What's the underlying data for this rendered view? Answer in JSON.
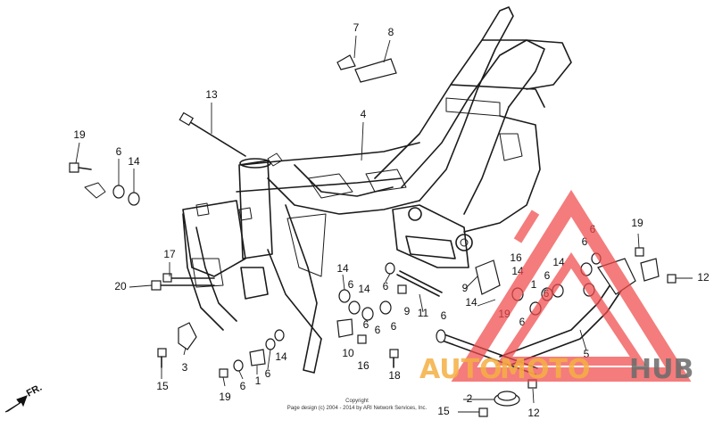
{
  "diagram": {
    "callouts": [
      "1",
      "2",
      "3",
      "4",
      "5",
      "6",
      "7",
      "8",
      "9",
      "10",
      "11",
      "12",
      "13",
      "14",
      "15",
      "16",
      "17",
      "18",
      "19",
      "20"
    ],
    "fr_label": "FR.",
    "copyright": {
      "title": "Copyright",
      "line": "Page design (c) 2004 - 2014 by ARI Network Services, Inc."
    }
  },
  "watermark": {
    "word_left": "AUTO",
    "word_mid": "MOTO",
    "word_right": "HUB",
    "colors": {
      "triangle": "#f04a4a",
      "text_left": "#f5b043",
      "text_right": "#6b6b6b"
    }
  }
}
